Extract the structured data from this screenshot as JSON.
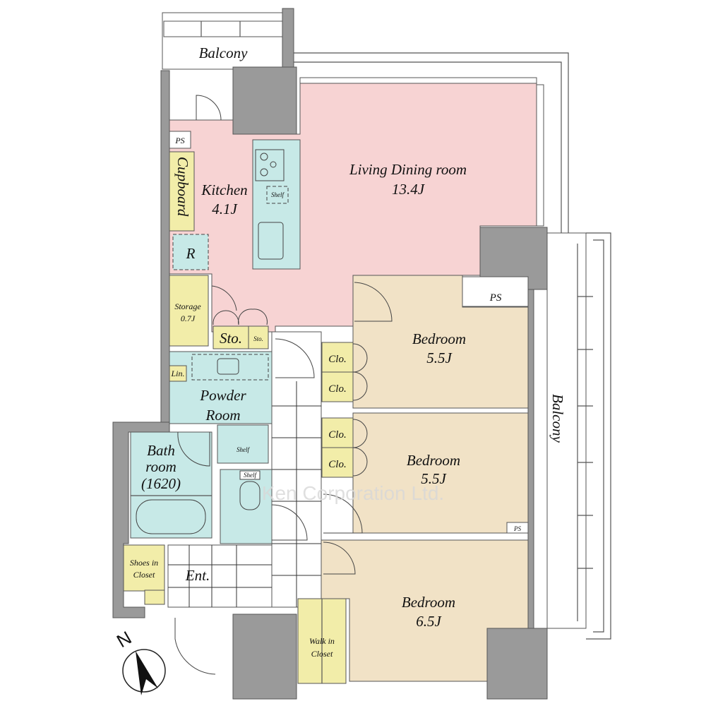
{
  "rooms": {
    "balcony_top": "Balcony",
    "balcony_right": "Balcony",
    "ps_top": "PS",
    "ps_mid": "PS",
    "ps_small": "PS",
    "cupboard": "Cupboard",
    "kitchen": "Kitchen",
    "kitchen_size": "4.1J",
    "fridge": "R",
    "shelf_kitchen": "Shelf",
    "living": "Living Dining room",
    "living_size": "13.4J",
    "storage": "Storage",
    "storage_size": "0.7J",
    "sto_large": "Sto.",
    "sto_small": "Sto.",
    "linen": "Lin.",
    "powder_1": "Powder",
    "powder_2": "Room",
    "shelf_powder": "Shelf",
    "shelf_toilet": "Shelf",
    "bath_1": "Bath",
    "bath_2": "room",
    "bath_3": "(1620)",
    "shoes_1": "Shoes in",
    "shoes_2": "Closet",
    "entrance": "Ent.",
    "bed1": "Bedroom",
    "bed1_size": "5.5J",
    "bed2": "Bedroom",
    "bed2_size": "5.5J",
    "bed3": "Bedroom",
    "bed3_size": "6.5J",
    "clo1": "Clo.",
    "clo2": "Clo.",
    "clo3": "Clo.",
    "clo4": "Clo.",
    "wic_1": "Walk in",
    "wic_2": "Closet"
  },
  "compass": "N",
  "watermark": "Ken Corporation Ltd.",
  "colors": {
    "living": "#f7d3d3",
    "bedroom": "#f1e2c6",
    "wet": "#c7e9e7",
    "storage": "#f2eda9",
    "wall": "#9a9a9a"
  }
}
